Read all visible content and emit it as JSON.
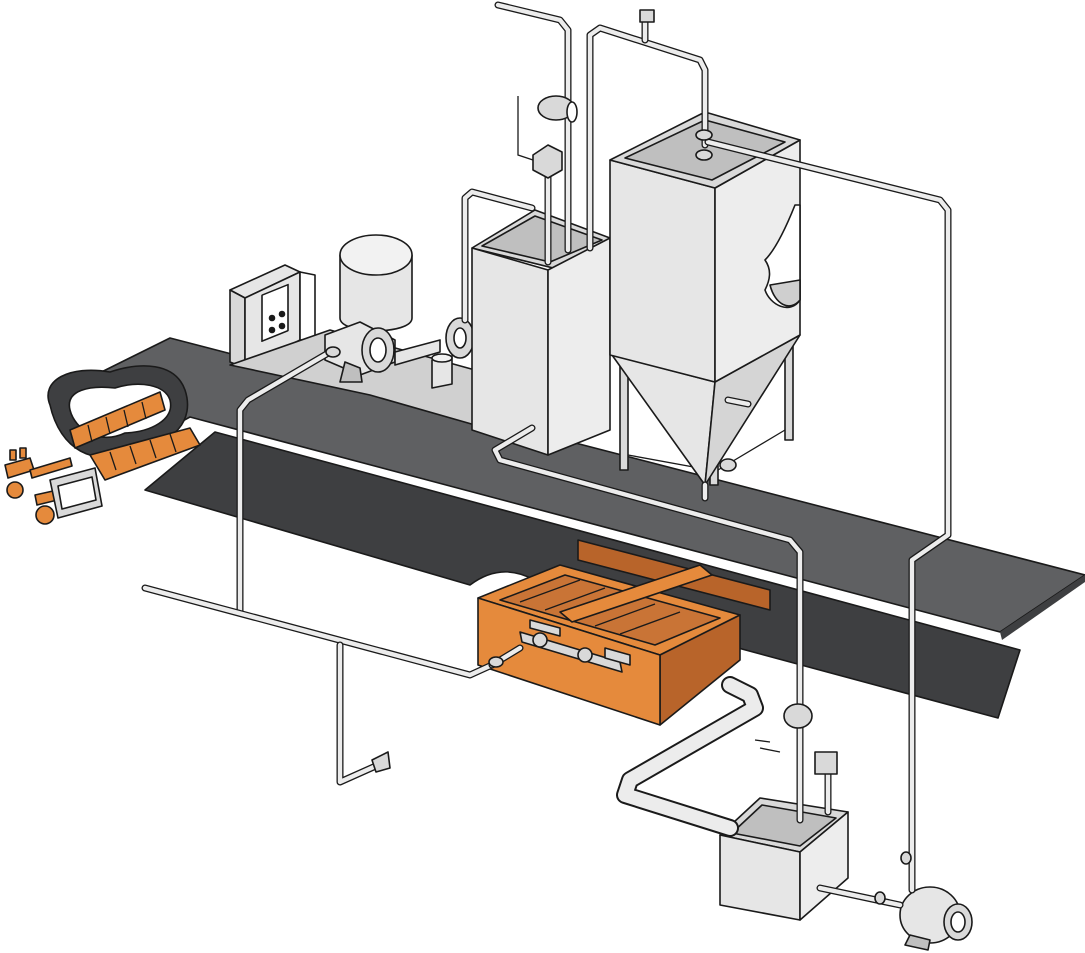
{
  "diagram": {
    "kind": "isometric process equipment illustration",
    "labels": [],
    "components": [
      "upper-belt",
      "lower-belt",
      "control-panel",
      "cylindrical-tank",
      "motor-pump-assembly",
      "mixing-tank",
      "hopper-silo",
      "spray-box",
      "end-nozzle-assembly",
      "collection-sump",
      "centrifugal-blower"
    ],
    "colors": {
      "belt_top": "#5f6062",
      "belt_dark": "#3e3f41",
      "equipment": "#d9d9d9",
      "equipment_light": "#e6e6e6",
      "equipment_shadow": "#bfbfbf",
      "orange": "#e58a3c",
      "orange_dark": "#b8642a",
      "outline": "#1a1a1a",
      "pipe": "#ececec"
    }
  }
}
